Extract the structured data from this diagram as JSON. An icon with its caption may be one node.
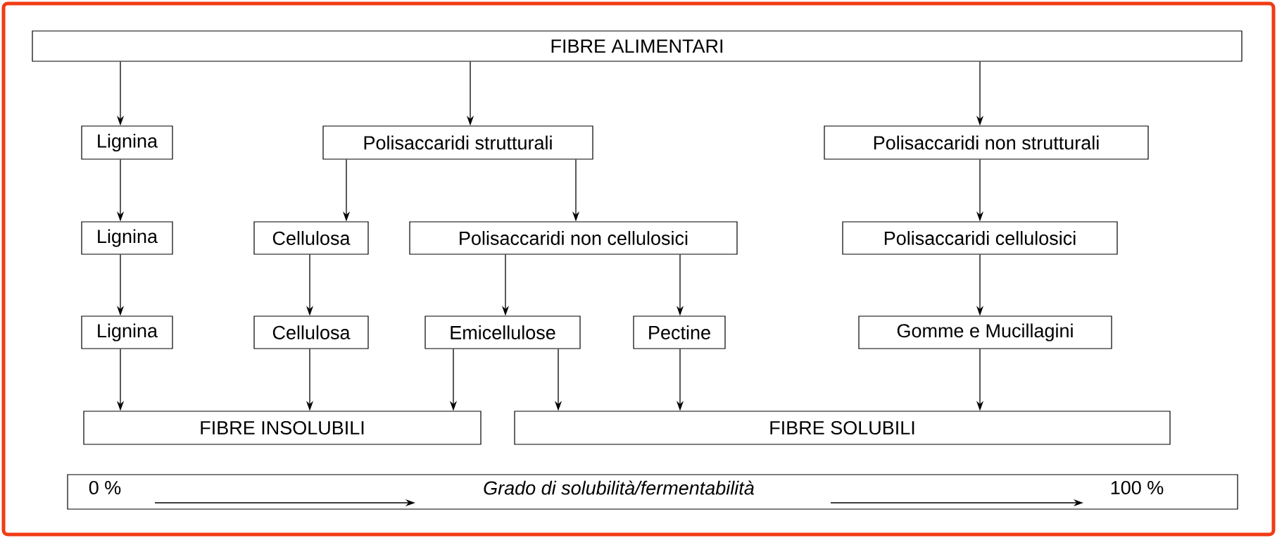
{
  "diagram": {
    "nodes": [
      {
        "text": [
          "FIBRE ALIMENTARI"
        ]
      },
      {
        "text": [
          "Lignina"
        ]
      },
      {
        "text": [
          "Polisaccaridi strutturali"
        ]
      },
      {
        "text": [
          "Polisaccaridi non strutturali"
        ]
      },
      {
        "text": [
          "Lignina"
        ]
      },
      {
        "text": [
          "Cellulosa"
        ]
      },
      {
        "text": [
          "Polisaccaridi non cellulosici"
        ]
      },
      {
        "text": [
          "Polisaccaridi cellulosici"
        ]
      },
      {
        "text": [
          "Lignina"
        ]
      },
      {
        "text": [
          "Cellulosa"
        ]
      },
      {
        "text": [
          "Emicellulose"
        ]
      },
      {
        "text": [
          "Pectine"
        ]
      },
      {
        "text": [
          "Gomme e Mucillagini"
        ]
      },
      {
        "text": [
          "FIBRE  INSOLUBILI"
        ]
      },
      {
        "text": [
          "FIBRE  SOLUBILI"
        ]
      },
      {
        "text": [
          "0 %",
          "Grado di solubilità/fermentabilità",
          "100 %"
        ]
      }
    ],
    "edges": [
      {
        "from": 0,
        "to": 1,
        "arrow": "to"
      },
      {
        "from": 0,
        "to": 2,
        "arrow": "to"
      },
      {
        "from": 0,
        "to": 3,
        "arrow": "to"
      },
      {
        "from": 1,
        "to": 4,
        "arrow": "to"
      },
      {
        "from": 2,
        "to": 5,
        "arrow": "to"
      },
      {
        "from": 2,
        "to": 6,
        "arrow": "to"
      },
      {
        "from": 3,
        "to": 7,
        "arrow": "to"
      },
      {
        "from": 4,
        "to": 8,
        "arrow": "to"
      },
      {
        "from": 5,
        "to": 9,
        "arrow": "to"
      },
      {
        "from": 6,
        "to": 10,
        "arrow": "to"
      },
      {
        "from": 6,
        "to": 11,
        "arrow": "to"
      },
      {
        "from": 7,
        "to": 12,
        "arrow": "to"
      },
      {
        "from": 8,
        "to": 13,
        "arrow": "to"
      },
      {
        "from": 9,
        "to": 13,
        "arrow": "to"
      },
      {
        "from": 10,
        "to": 13,
        "arrow": "to"
      },
      {
        "from": 10,
        "to": 14,
        "arrow": "to"
      },
      {
        "from": 11,
        "to": 14,
        "arrow": "to"
      },
      {
        "from": 12,
        "to": 14,
        "arrow": "to"
      }
    ]
  }
}
